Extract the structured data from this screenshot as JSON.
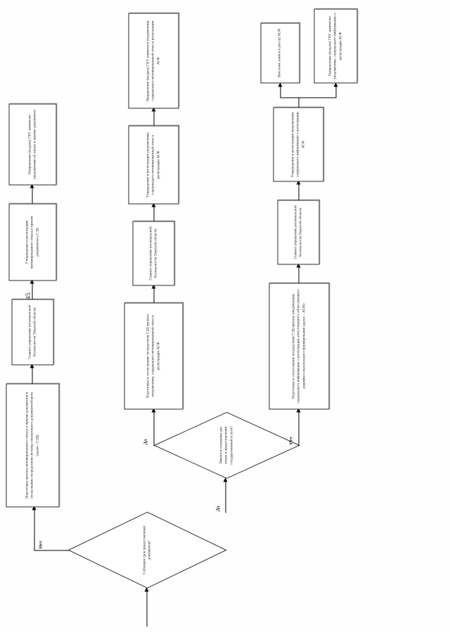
{
  "document": {
    "page_number": "45",
    "orientation": "landscape-rotated",
    "type": "flowchart"
  },
  "chart_data": {
    "type": "diagram",
    "title": "",
    "nodes": [
      {
        "id": "d1",
        "kind": "decision",
        "text": "Соблюден срок предоставления документов?"
      },
      {
        "id": "d2",
        "kind": "decision",
        "text": "Имеются основания для отказа в предоставлении государственной услуги?"
      },
      {
        "id": "r1",
        "kind": "process",
        "text": "Подготовка проекта мотивированного отказа в приеме документов и согласование посредством системы электронного документооборота (далее - СЭД)"
      },
      {
        "id": "r2",
        "kind": "process",
        "text": "Главное управление региональной безопасности Тверской области"
      },
      {
        "id": "r3",
        "kind": "process",
        "text": "Утверждение и регистрация мотивированного отказа в приеме документов в СЭД"
      },
      {
        "id": "r4",
        "kind": "process",
        "text": "Направление (выдача) ГКУ заявителю уведомления об отказе в приеме документов"
      },
      {
        "id": "m1",
        "kind": "process",
        "text": "Подготовка и согласование посредством СЭД проекта уведомления, содержащего мотивированный отказ в регистрации АСФ"
      },
      {
        "id": "m2",
        "kind": "process",
        "text": "Главное управление региональной безопасности Тверской области"
      },
      {
        "id": "m3",
        "kind": "process",
        "text": "Утверждение и регистрация уведомления, содержащего мотивированный отказ в регистрации АСФ"
      },
      {
        "id": "m4",
        "kind": "process",
        "text": "Направление (выдача) ГКУ заявителю уведомления, содержащего мотивированный отказ в регистрации АСФ"
      },
      {
        "id": "b1",
        "kind": "process",
        "text": "Подготовка и согласование посредством СЭД проекта уведомления, содержащего информацию о регистрации аттестованного общественного аварийно-спасательного формирования (далее – АСФ)"
      },
      {
        "id": "b2",
        "kind": "process",
        "text": "Главное управление региональной безопасности Тверской области"
      },
      {
        "id": "b3",
        "kind": "process",
        "text": "Утверждение и регистрация уведомления, содержащего информацию о регистрации АСФ"
      },
      {
        "id": "b4",
        "kind": "process",
        "text": "Внесение записи в реестр АСФ"
      },
      {
        "id": "b5",
        "kind": "process",
        "text": "Направление (выдача) ГКУ заявителю уведомления, содержащего информацию о регистрации АСФ"
      }
    ],
    "edges": [
      {
        "from": "entry",
        "to": "d1",
        "label": ""
      },
      {
        "from": "d1",
        "to": "r1",
        "label": "Нет"
      },
      {
        "from": "d1",
        "to": "d2",
        "label": "Да"
      },
      {
        "from": "d2",
        "to": "m1",
        "label": "Да"
      },
      {
        "from": "d2",
        "to": "b1",
        "label": "Нет"
      },
      {
        "from": "r1",
        "to": "r2",
        "label": ""
      },
      {
        "from": "r2",
        "to": "r3",
        "label": ""
      },
      {
        "from": "r3",
        "to": "r4",
        "label": ""
      },
      {
        "from": "m1",
        "to": "m2",
        "label": ""
      },
      {
        "from": "m2",
        "to": "m3",
        "label": ""
      },
      {
        "from": "m3",
        "to": "m4",
        "label": ""
      },
      {
        "from": "b1",
        "to": "b2",
        "label": ""
      },
      {
        "from": "b2",
        "to": "b3",
        "label": ""
      },
      {
        "from": "b3",
        "to": "b4",
        "label": ""
      },
      {
        "from": "b3",
        "to": "b5",
        "label": ""
      }
    ]
  },
  "diagram": {
    "decisions": {
      "deadline": "Соблюден срок предоставления документов?",
      "refusal_grounds": "Имеются основания для отказа в предоставлении государственной услуги?"
    },
    "labels": {
      "yes": "Да",
      "no": "Нет",
      "yes2": "Да",
      "no2": "Нет"
    },
    "refusal_branch": {
      "step1": "Подготовка проекта мотивированного отказа в приеме документов и согласование посредством системы электронного документооборота (далее - СЭД)",
      "step2": "Главное управление региональной безопасности Тверской области",
      "step3": "Утверждение и регистрация мотивированного отказа в приеме документов в СЭД",
      "step4": "Направление (выдача) ГКУ заявителю уведомления об отказе в приеме документов"
    },
    "motivated_refusal_branch": {
      "step1": "Подготовка и согласование посредством СЭД проекта уведомления, содержащего мотивированный отказ в регистрации АСФ",
      "step2": "Главное управление региональной безопасности Тверской области",
      "step3": "Утверждение и регистрация уведомления, содержащего мотивированный отказ в регистрации АСФ",
      "step4": "Направление (выдача) ГКУ заявителю уведомления, содержащего мотивированный отказ в регистрации АСФ"
    },
    "approval_branch": {
      "step1": "Подготовка и согласование посредством СЭД проекта уведомления, содержащего информацию о регистрации аттестованного общественного аварийно-спасательного формирования (далее – АСФ)",
      "step2": "Главное управление региональной безопасности Тверской области",
      "step3": "Утверждение и регистрация уведомления, содержащего информацию о регистрации АСФ",
      "step4": "Внесение записи в реестр АСФ",
      "step5": "Направление (выдача) ГКУ заявителю уведомления, содержащего информацию о регистрации АСФ"
    }
  }
}
